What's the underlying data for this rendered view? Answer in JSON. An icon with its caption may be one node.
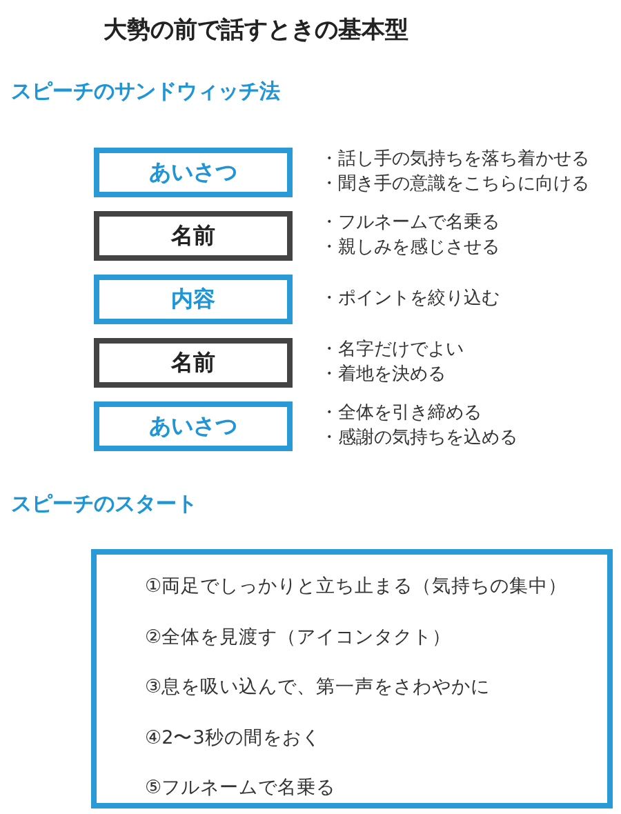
{
  "diagram": {
    "title": "大勢の前で話すときの基本型",
    "nodes": [
      {
        "text": [
          "あいさつ"
        ],
        "beside": [
          "・話し手の気持ちを落ち着かせる",
          "・聞き手の意識をこちらに向ける"
        ]
      },
      {
        "text": [
          "名前"
        ],
        "beside": [
          "・フルネームで名乗る",
          "・親しみを感じさせる"
        ]
      },
      {
        "text": [
          "内容"
        ],
        "beside": [
          "・ポイントを絞り込む"
        ]
      },
      {
        "text": [
          "名前"
        ],
        "beside": [
          "・名字だけでよい",
          "・着地を決める"
        ]
      },
      {
        "text": [
          "あいさつ"
        ],
        "beside": [
          "・全体を引き締める",
          "・感謝の気持ちを込める"
        ]
      },
      {
        "text": [
          "①両足でしっかりと立ち止まる（気持ちの集中）",
          "②全体を見渡す（アイコンタクト）",
          "③息を吸い込んで、第一声をさわやかに",
          "④2〜3秒の間をおく",
          "⑤フルネームで名乗る"
        ]
      }
    ],
    "labels": [
      "スピーチのサンドウィッチ法",
      "スピーチのスタート"
    ]
  }
}
